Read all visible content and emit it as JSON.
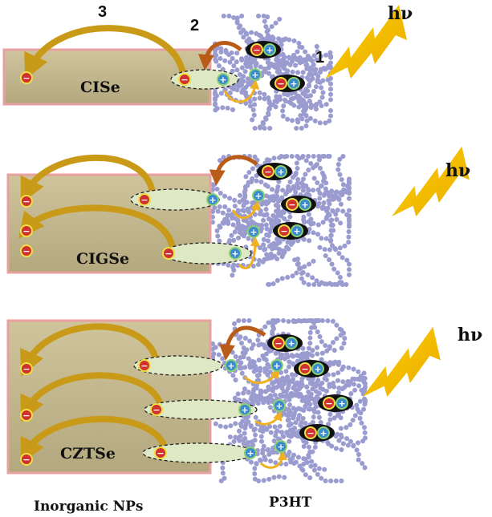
{
  "step_labels": {
    "photoexcitation": "1",
    "exciton_dissociation": "2",
    "electron_transfer": "3"
  },
  "light_label": "hν",
  "panels": [
    {
      "material": "CISe"
    },
    {
      "material": "CIGSe"
    },
    {
      "material": "CZTSe"
    }
  ],
  "bottom_labels": {
    "inorganic": "Inorganic NPs",
    "polymer": "P3HT"
  },
  "charge_symbols": {
    "electron": "−",
    "hole": "+"
  },
  "colors": {
    "nanoparticle_box": "#bfb48c",
    "box_border": "#e8a0a0",
    "interface_ellipse": "#dfe8c4",
    "polymer_beads": "#9a9cd0",
    "electron": "#d03030",
    "hole": "#3a8ad0",
    "exciton": "#111111",
    "lightning": "#f5c400",
    "transfer_arrow": "#c89a18",
    "dissociation_arrow": "#b85c18"
  }
}
